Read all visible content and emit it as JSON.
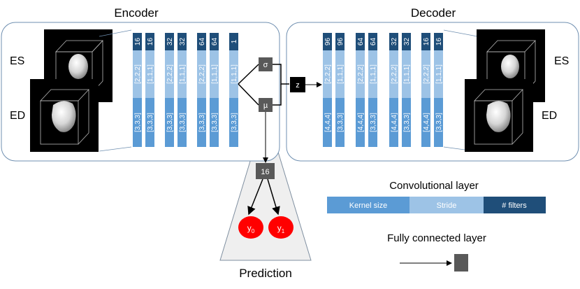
{
  "encoder": {
    "title": "Encoder",
    "input_labels": {
      "es": "ES",
      "ed": "ED"
    },
    "blocks": [
      {
        "filters": "16",
        "stride": "[2,2,2]",
        "kernel": "[3,3,3]",
        "filters2": "16",
        "stride2": "[1,1,1]",
        "kernel2": "[3,3,3]"
      },
      {
        "filters": "32",
        "stride": "[2,2,2]",
        "kernel": "[3,3,3]",
        "filters2": "32",
        "stride2": "[1,1,1]",
        "kernel2": "[3,3,3]"
      },
      {
        "filters": "64",
        "stride": "[2,2,2]",
        "kernel": "[3,3,3]",
        "filters2": "64",
        "stride2": "[1,1,1]",
        "kernel2": "[3,3,3]"
      },
      {
        "filters": "1",
        "stride": "[1,1,1]",
        "kernel": "[3,3,3]"
      }
    ],
    "sigma": "σ",
    "mu": "µ"
  },
  "latent": {
    "label": "z"
  },
  "decoder": {
    "title": "Decoder",
    "output_labels": {
      "es": "ES",
      "ed": "ED"
    },
    "blocks": [
      {
        "filters": "96",
        "stride": "[2,2,2]",
        "kernel": "[4,4,4]",
        "filters2": "96",
        "stride2": "[1,1,1]",
        "kernel2": "[3,3,3]"
      },
      {
        "filters": "64",
        "stride": "[2,2,2]",
        "kernel": "[4,4,4]",
        "filters2": "64",
        "stride2": "[1,1,1]",
        "kernel2": "[3,3,3]"
      },
      {
        "filters": "32",
        "stride": "[2,2,2]",
        "kernel": "[4,4,4]",
        "filters2": "32",
        "stride2": "[1,1,1]",
        "kernel2": "[3,3,3]"
      },
      {
        "filters": "16",
        "stride": "[2,2,2]",
        "kernel": "[4,4,4]",
        "filters2": "16",
        "stride2": "[1,1,1]",
        "kernel2": "[3,3,3]"
      }
    ]
  },
  "prediction": {
    "title": "Prediction",
    "fc_node": "16",
    "outputs": [
      "y",
      "y"
    ],
    "output_subscripts": [
      "0",
      "1"
    ]
  },
  "legend": {
    "conv_title": "Convolutional layer",
    "conv_segments": [
      "Kernel size",
      "Stride",
      "# filters"
    ],
    "fc_title": "Fully connected layer"
  },
  "colors": {
    "kernel": "#5b9bd5",
    "stride": "#9dc3e6",
    "filters": "#1f4e79",
    "fc_node": "#595959",
    "output_node": "#ff0000",
    "prediction_bg": "#efefef",
    "panel_border": "#6f8fb0"
  }
}
